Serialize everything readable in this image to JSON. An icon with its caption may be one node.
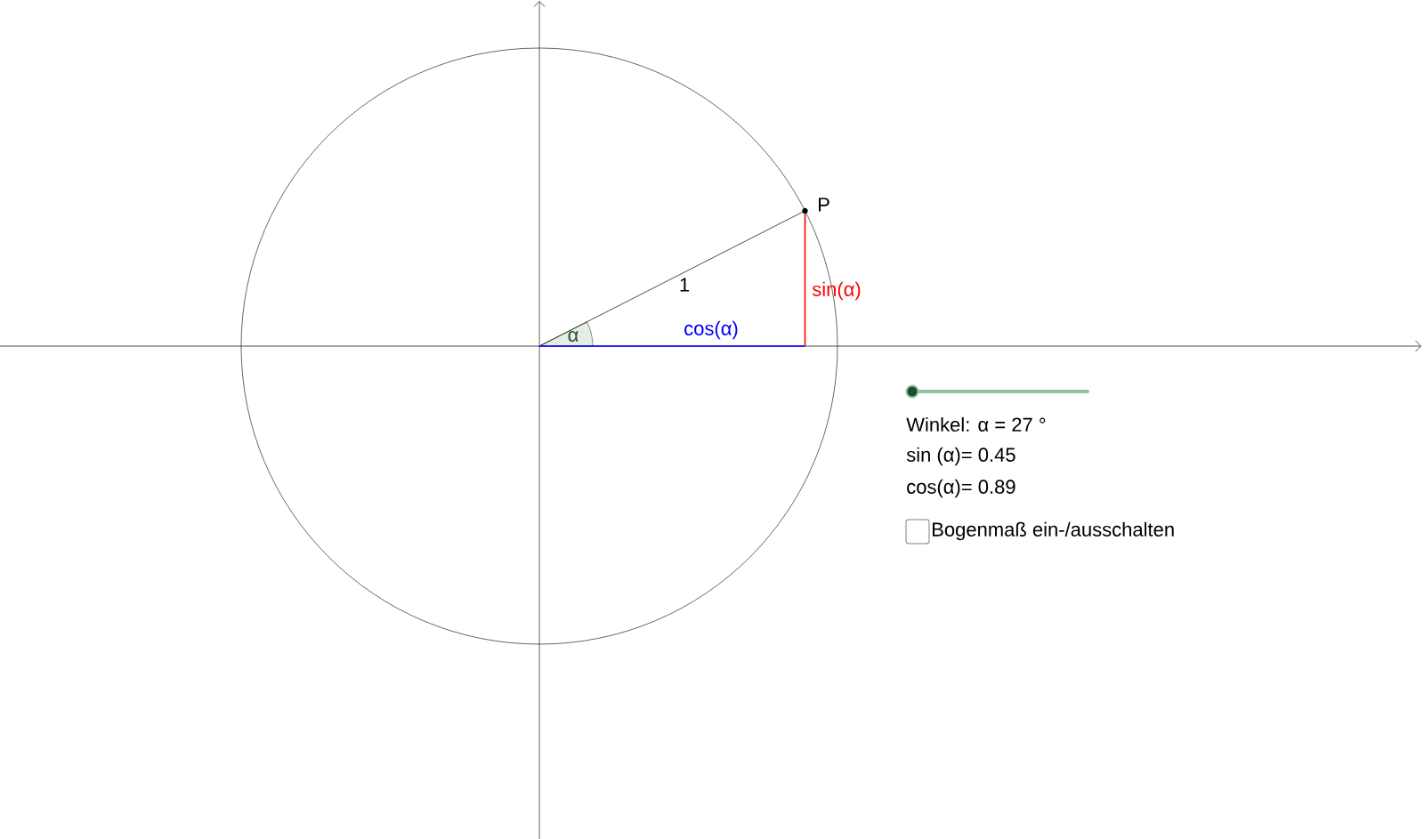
{
  "diagram": {
    "labels": [
      "P",
      "1",
      "sin(α)",
      "cos(α)",
      "α",
      "Winkel: α = 27 °",
      "sin (α)= 0.45",
      "cos(α)= 0.89",
      "Bogenmaß ein-/ausschalten"
    ]
  }
}
